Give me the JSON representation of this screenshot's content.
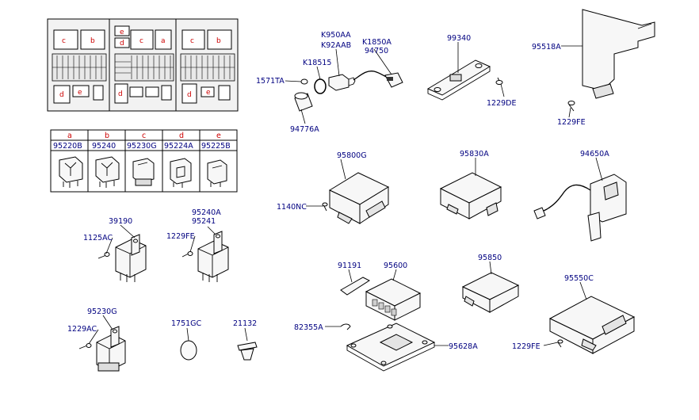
{
  "fuse_box": {
    "cells": [
      "c",
      "b",
      "e",
      "c",
      "a",
      "c",
      "b",
      "d",
      "e",
      "d",
      "d",
      "e",
      "d"
    ]
  },
  "relay_table": {
    "columns": [
      {
        "letter": "a",
        "code": "95220B"
      },
      {
        "letter": "b",
        "code": "95240"
      },
      {
        "letter": "c",
        "code": "95230G"
      },
      {
        "letter": "d",
        "code": "95224A"
      },
      {
        "letter": "e",
        "code": "95225B"
      }
    ]
  },
  "callouts": [
    "1571TA",
    "K18515",
    "K950AA",
    "K92AAB",
    "K1850A",
    "94750",
    "94776A",
    "99340",
    "1229DE",
    "95518A",
    "1229FE",
    "95800G",
    "1140NC",
    "95830A",
    "94650A",
    "39190",
    "1125AC",
    "95240A",
    "95241",
    "1229FE",
    "95230G",
    "1229AC",
    "1751GC",
    "21132",
    "91191",
    "95600",
    "82355A",
    "95628A",
    "95850",
    "95550C",
    "1229FE"
  ],
  "colors": {
    "label": "#000080",
    "letter": "#cc0000",
    "line": "#000000"
  }
}
